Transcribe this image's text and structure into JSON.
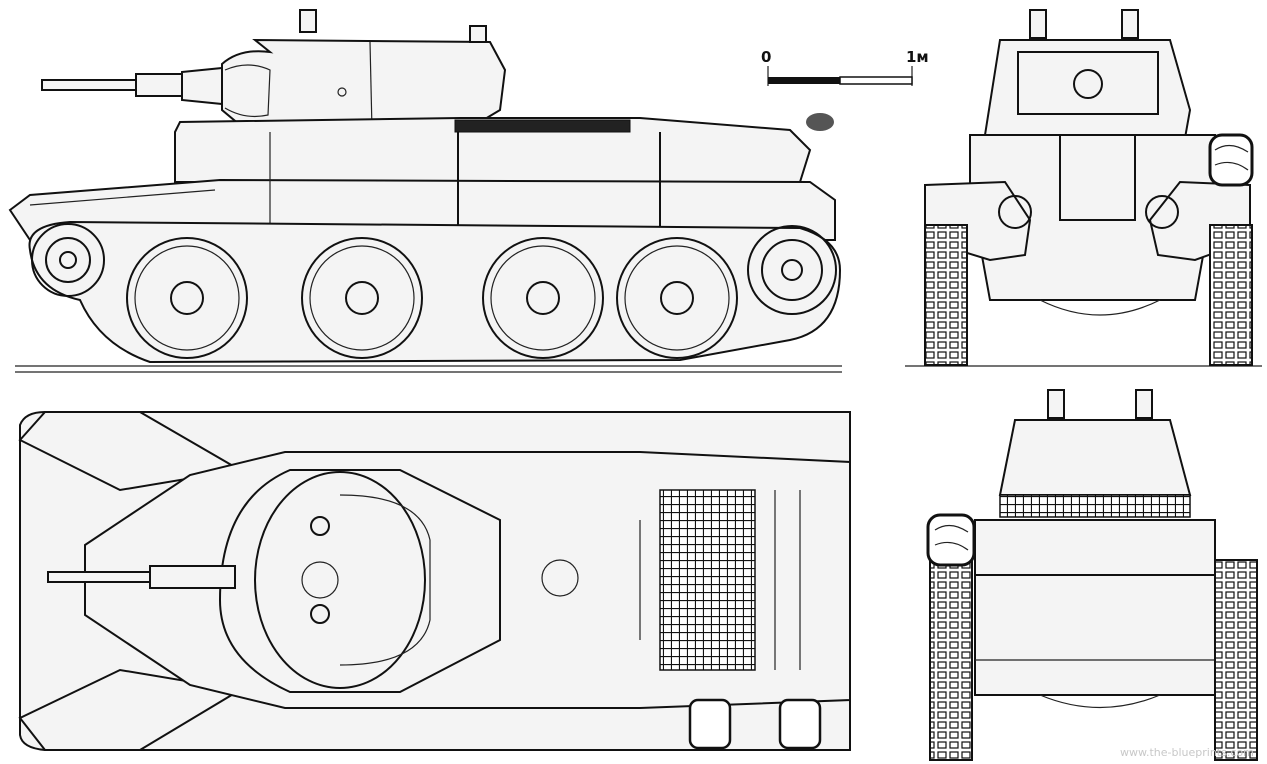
{
  "scale_bar": {
    "start_label": "0",
    "end_label": "1м"
  },
  "watermark": "www.the-blueprints.com",
  "views": [
    "side-view",
    "front-view",
    "top-view",
    "rear-view"
  ],
  "colors": {
    "line": "#111111",
    "paper": "#ffffff",
    "shade": "#f4f4f4"
  }
}
